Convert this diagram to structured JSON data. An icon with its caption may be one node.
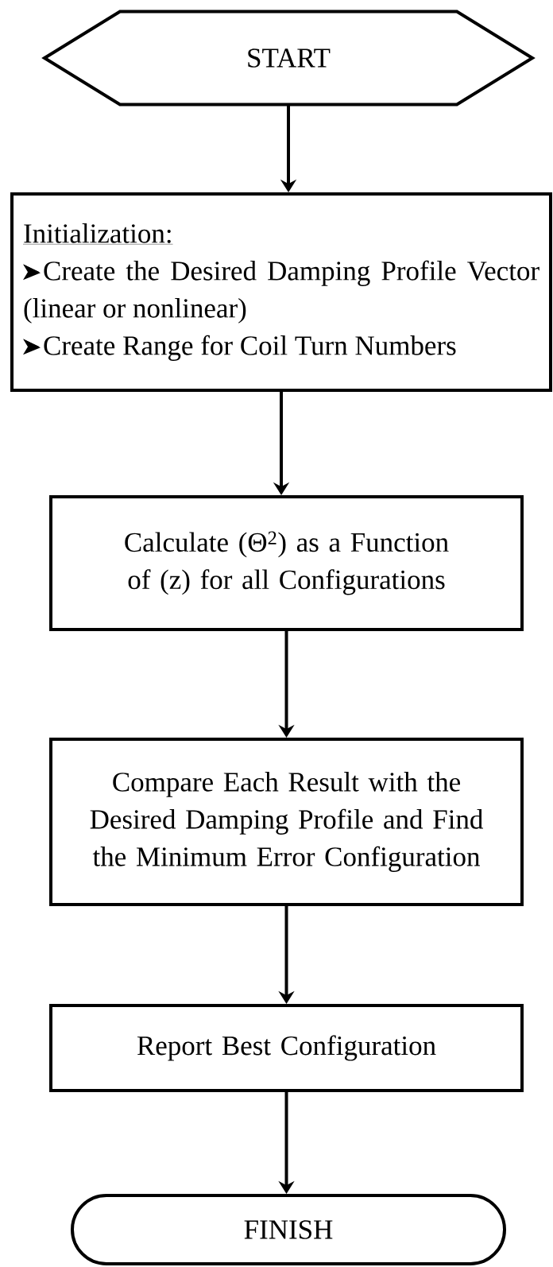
{
  "diagram": {
    "nodes": [
      {
        "text": [
          "START"
        ]
      },
      {
        "text": [
          "Initialization:",
          "Create the Desired Damping Profile Vector (linear or nonlinear)",
          "Create Range for Coil Turn Numbers"
        ]
      },
      {
        "text": [
          "Calculate (Θ$^{2}$) as a Function of (z) for all Configurations"
        ]
      },
      {
        "text": [
          "Compare Each Result with the Desired Damping Profile and Find the Minimum Error Configuration"
        ]
      },
      {
        "text": [
          "Report Best Configuration"
        ]
      },
      {
        "text": [
          "FINISH"
        ]
      }
    ],
    "edges": [
      {
        "from": 0,
        "to": 1,
        "arrow": "to"
      },
      {
        "from": 1,
        "to": 2,
        "arrow": "to"
      },
      {
        "from": 2,
        "to": 3,
        "arrow": "to"
      },
      {
        "from": 3,
        "to": 4,
        "arrow": "to"
      },
      {
        "from": 4,
        "to": 5,
        "arrow": "to"
      }
    ]
  }
}
